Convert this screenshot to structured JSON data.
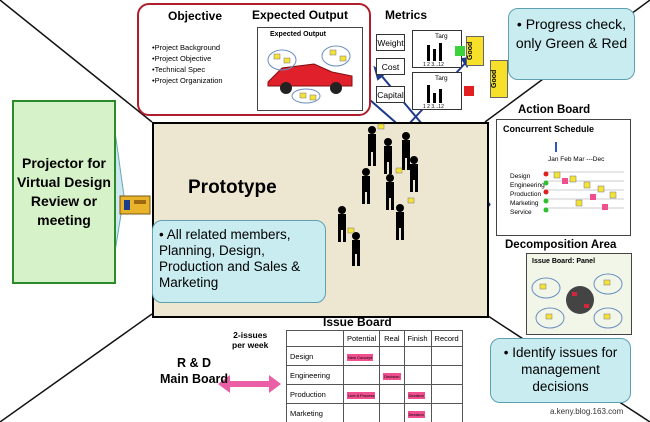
{
  "projector_panel": {
    "text": "Projector for Virtual Design Review or meeting"
  },
  "center": {
    "title": "Prototype"
  },
  "members_callout": {
    "text": "• All related members, Planning, Design, Production and Sales & Marketing"
  },
  "objective": {
    "title": "Objective",
    "items": [
      "•Project Background",
      "•Project Objective",
      "•Technical Spec",
      "•Project Organization"
    ]
  },
  "expected_output": {
    "title": "Expected Output",
    "inner_title": "Expected Output"
  },
  "metrics": {
    "title": "Metrics",
    "items": [
      "Weight",
      "Cost",
      "Capital"
    ],
    "chart_label": "Targ",
    "axis_label": "1 2 3...12",
    "badge": "Good"
  },
  "progress_callout": {
    "text": "• Progress check, only Green & Red"
  },
  "action_board": {
    "title": "Action Board",
    "subtitle": "Concurrent Schedule",
    "months": "Jan Feb  Mar ---Dec",
    "rows": [
      "Design",
      "Engineering",
      "Production",
      "Marketing",
      "Service"
    ]
  },
  "decomposition": {
    "title": "Decomposition Area",
    "panel_title": "Issue Board: Panel"
  },
  "issue_board": {
    "title": "Issue Board",
    "columns": [
      "Potential",
      "Real",
      "Finish",
      "Record"
    ],
    "rows": [
      "Design",
      "Engineering",
      "Production",
      "Marketing"
    ],
    "tag_labels": [
      "New Concept",
      "Decision",
      "Line A Process",
      "Decision",
      "Decision"
    ]
  },
  "issues_callout": {
    "text": "• Identify issues for management decisions"
  },
  "rd_board": {
    "label": "R & D\nMain Board",
    "frequency": "2-issues\nper week"
  },
  "credit": {
    "text": "a.keny.blog.163.com"
  }
}
